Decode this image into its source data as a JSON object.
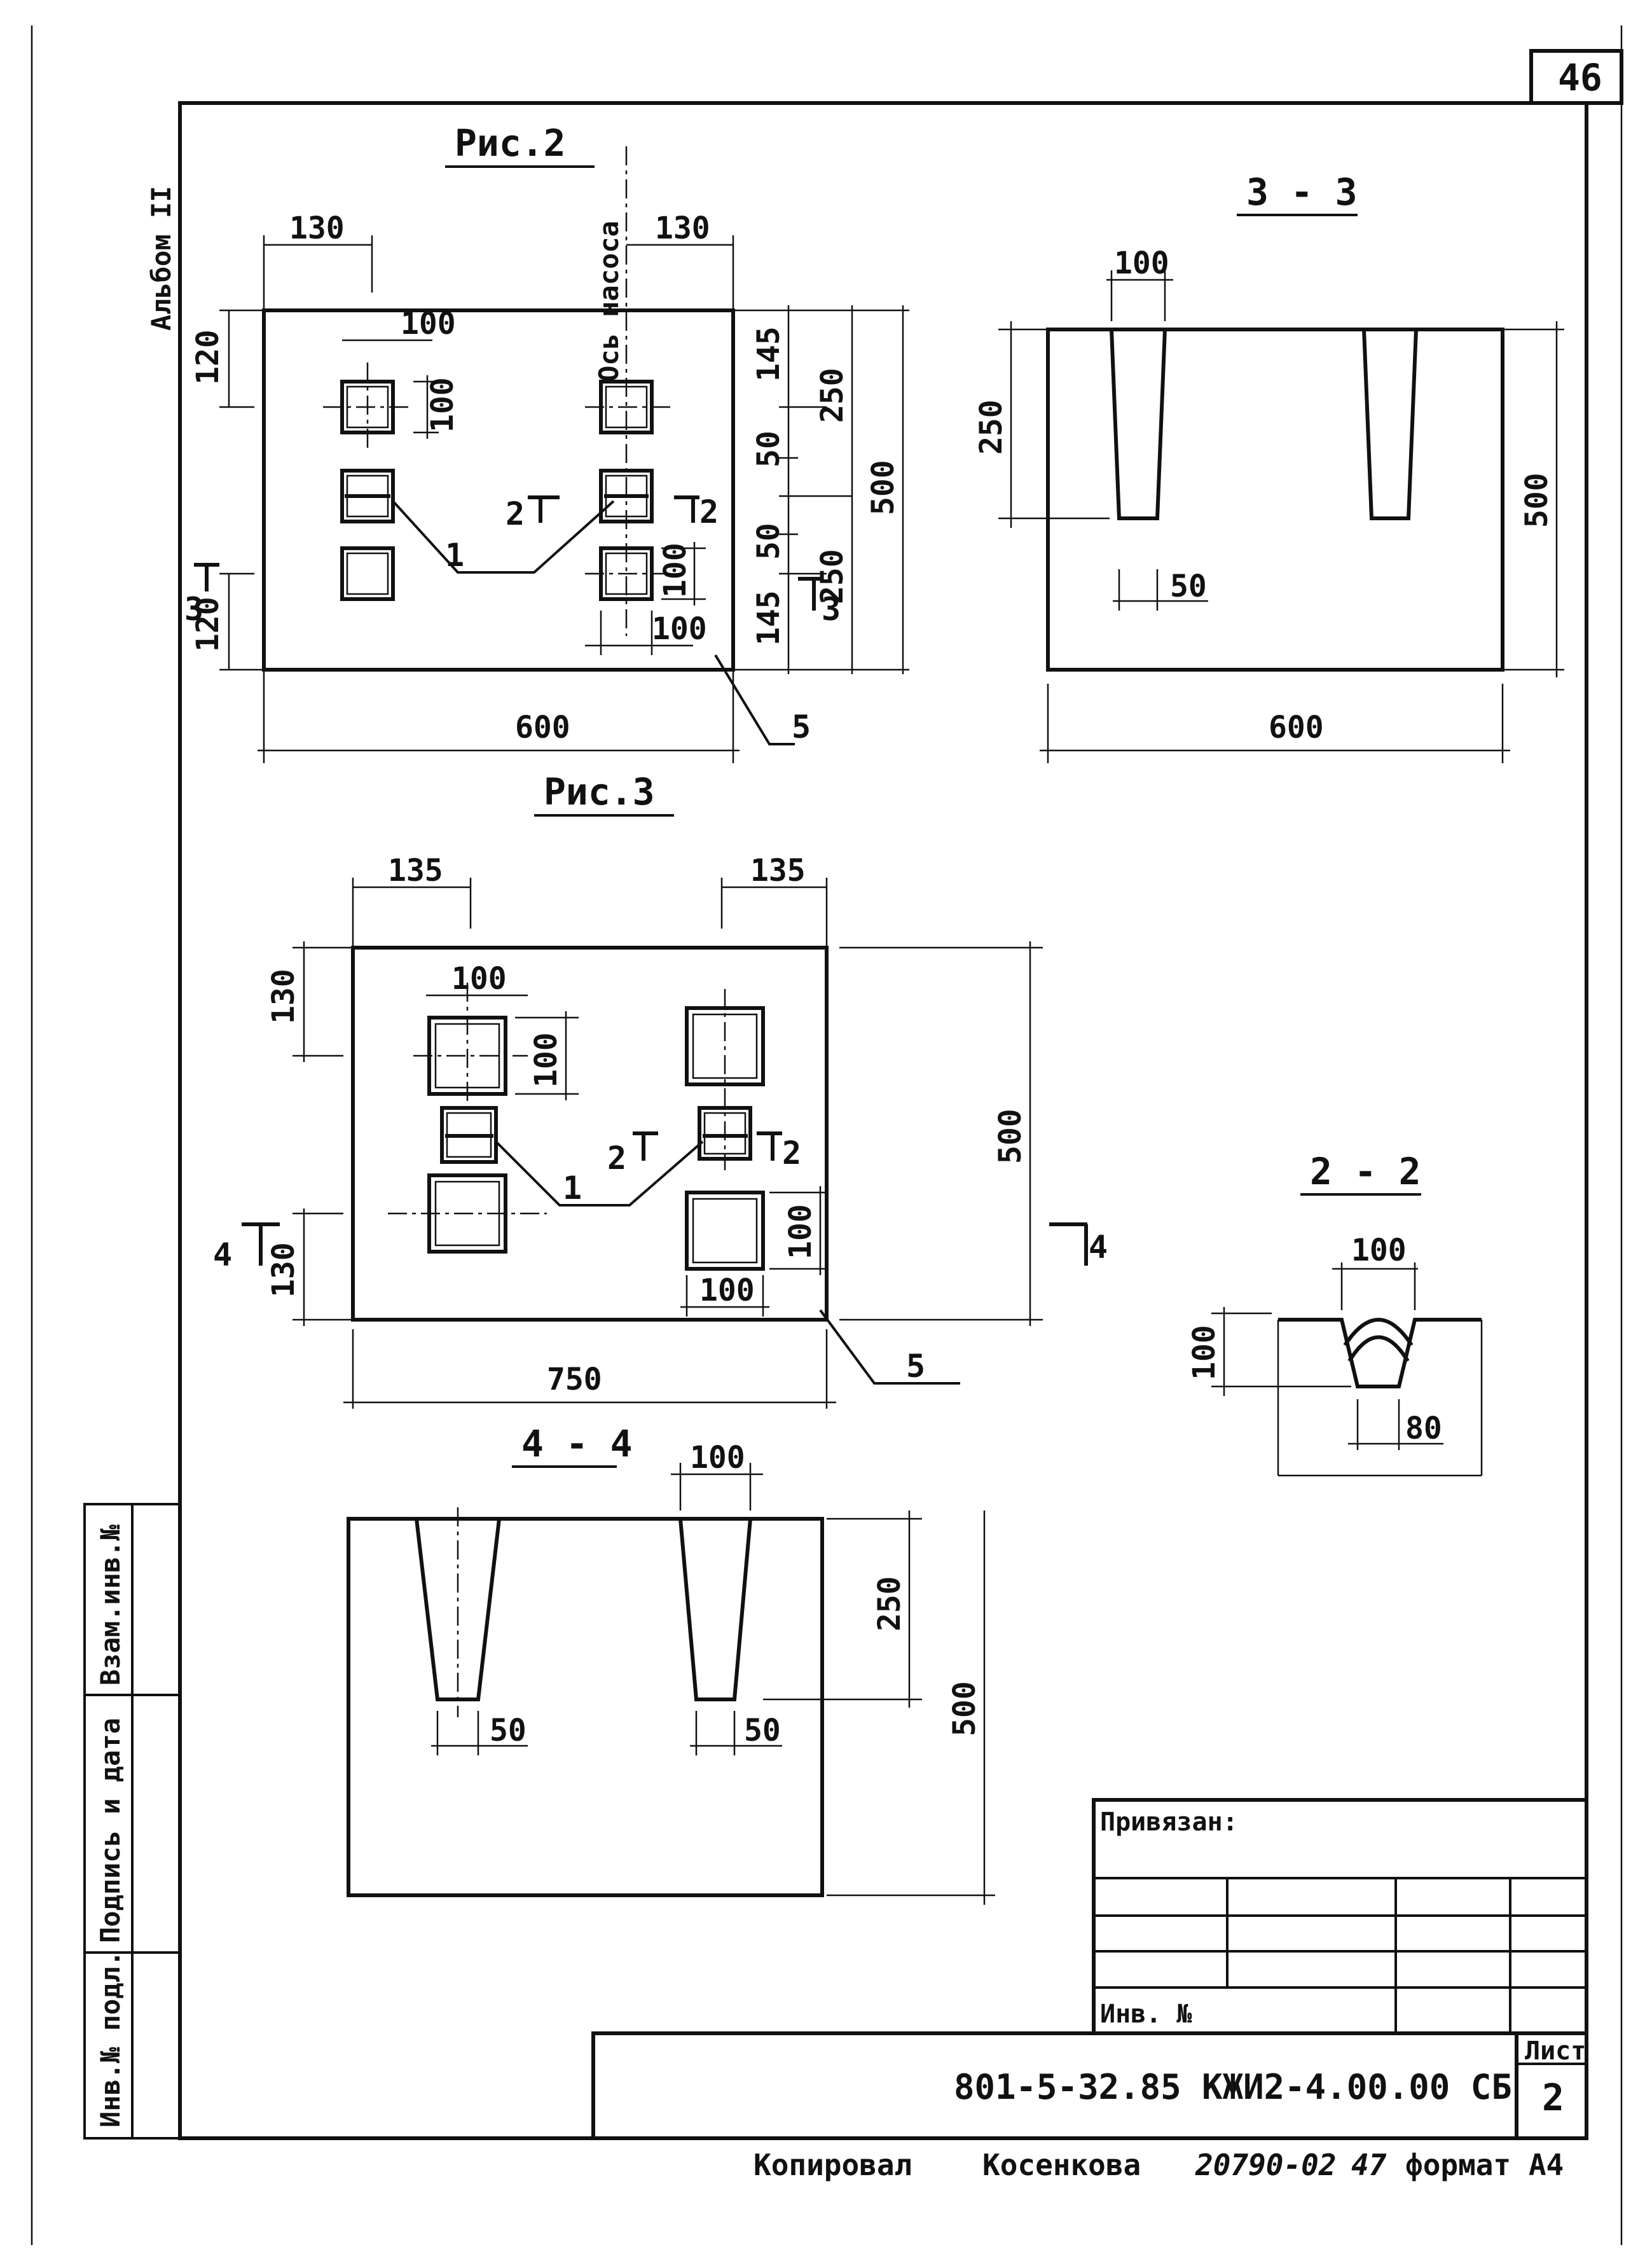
{
  "sheet": {
    "page_number": "46",
    "album": "Альбом II",
    "sheet_label": "Лист",
    "sheet_number": "2",
    "designation": "801-5-32.85 КЖИ2-4.00.00 СБ",
    "footer_copied": "Копировал",
    "footer_name": "Косенкова",
    "footer_order": "20790-02",
    "footer_num": "47",
    "footer_format": "формат А4"
  },
  "side_stamp": [
    "Инв.№ подл.",
    "Подпись и дата",
    "Взам.инв.№"
  ],
  "title_block": {
    "attached": "Привязан:",
    "inv": "Инв. №"
  },
  "fig2": {
    "title": "Рис.2",
    "axis_note": "Ось насоса",
    "dims": {
      "top_left": "130",
      "top_right": "130",
      "hole_w": "100",
      "hole_h": "100",
      "left_top": "120",
      "left_bottom": "120",
      "bottom": "600",
      "right_145a": "145",
      "right_50a": "50",
      "right_50b": "50",
      "right_145b": "145",
      "right_250a": "250",
      "right_250b": "250",
      "right_500": "500",
      "hole_w2": "100",
      "hole_h2": "100"
    },
    "callouts": {
      "c1": "1",
      "c5": "5",
      "sec2_left": "2",
      "sec2_right": "2",
      "sec3_left": "3",
      "sec3_right": "3"
    }
  },
  "fig3": {
    "title": "Рис.3",
    "dims": {
      "top_left": "135",
      "top_right": "135",
      "hole_w": "100",
      "hole_h": "100",
      "left_top": "130",
      "left_bottom": "130",
      "bottom": "750",
      "right_500": "500",
      "hole_w2": "100",
      "hole_h2": "100"
    },
    "callouts": {
      "c1": "1",
      "c5": "5",
      "sec2_left": "2",
      "sec2_right": "2",
      "sec4_left": "4",
      "sec4_right": "4"
    }
  },
  "sec33": {
    "title": "3 - 3",
    "top": "100",
    "left": "250",
    "bottom_w": "50",
    "right": "500",
    "width": "600"
  },
  "sec44": {
    "title": "4 - 4",
    "top": "100",
    "depth": "250",
    "bottom_a": "50",
    "bottom_b": "50",
    "height": "500"
  },
  "sec22": {
    "title": "2 - 2",
    "top": "100",
    "left": "100",
    "bottom": "80"
  }
}
